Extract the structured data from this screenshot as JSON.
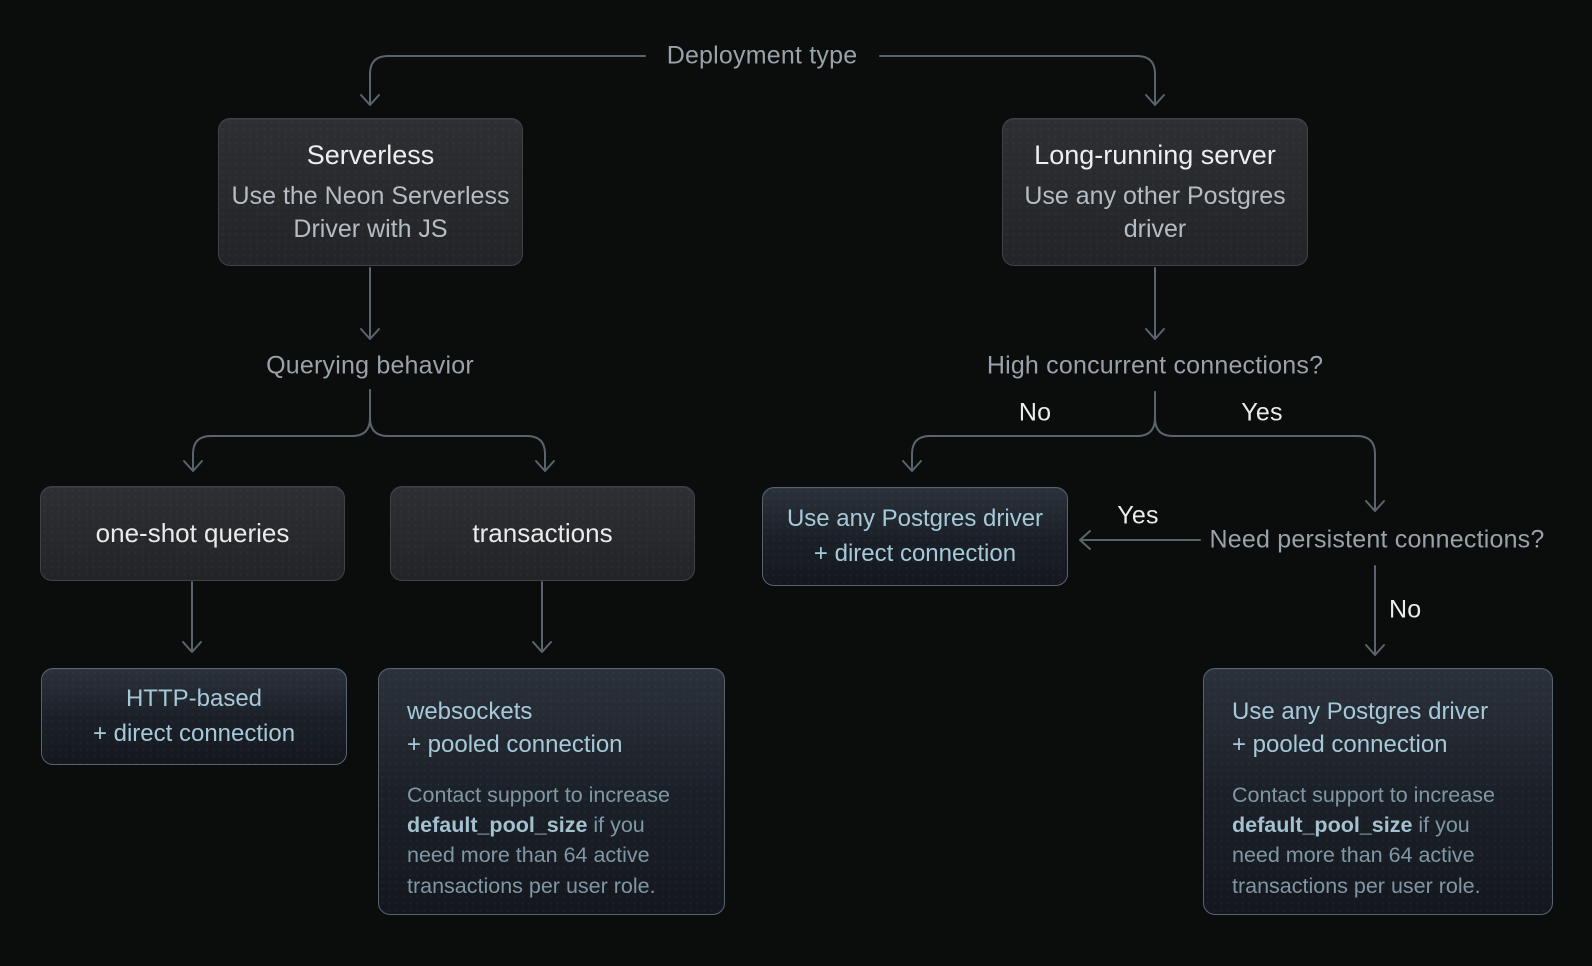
{
  "diagram": {
    "root_label": "Deployment type",
    "left": {
      "node": {
        "title": "Serverless",
        "subtitle_lines": [
          "Use the Neon Serverless",
          "Driver with JS"
        ]
      },
      "question": "Querying behavior",
      "one_shot": {
        "label": "one-shot queries",
        "result_lines": [
          "HTTP-based",
          "+ direct connection"
        ]
      },
      "transactions": {
        "label": "transactions",
        "result": {
          "title_lines": [
            "websockets",
            "+ pooled connection"
          ],
          "note_lines": [
            [
              {
                "t": "Contact support to increase"
              }
            ],
            [
              {
                "t": "default_pool_size",
                "b": true
              },
              {
                "t": " if you"
              }
            ],
            [
              {
                "t": "need more than 64 active"
              }
            ],
            [
              {
                "t": "transactions per user role."
              }
            ]
          ]
        }
      }
    },
    "right": {
      "node": {
        "title": "Long-running server",
        "subtitle_lines": [
          "Use any other Postgres",
          "driver"
        ]
      },
      "question": "High concurrent connections?",
      "no_label": "No",
      "yes_label": "Yes",
      "no_result_lines": [
        "Use any Postgres driver",
        "+ direct connection"
      ],
      "question2": "Need persistent connections?",
      "q2_yes_label": "Yes",
      "q2_no_label": "No",
      "q2_no_result": {
        "title_lines": [
          "Use any Postgres driver",
          "+ pooled connection"
        ],
        "note_lines": [
          [
            {
              "t": "Contact support to increase"
            }
          ],
          [
            {
              "t": "default_pool_size",
              "b": true
            },
            {
              "t": " if you"
            }
          ],
          [
            {
              "t": "need more than 64 active"
            }
          ],
          [
            {
              "t": "transactions per user role."
            }
          ]
        ]
      }
    }
  },
  "colors": {
    "background": "#0b0c0c",
    "line": "#5b646c",
    "box_gray_bg_top": "#2d2f33",
    "box_gray_bg_bottom": "#232427",
    "box_gray_border": "#3f4348",
    "box_blue_bg_top": "#2b313a",
    "box_blue_bg_bottom": "#14171d",
    "box_blue_border": "#57646f",
    "text_primary": "#eceef0",
    "text_secondary": "#b6bcc3",
    "text_question": "#99a2a9",
    "text_branch": "#e9ebec",
    "text_blue": "#a6c9da",
    "text_note": "#7f97a4",
    "text_note_bold": "#a4c1d0"
  }
}
